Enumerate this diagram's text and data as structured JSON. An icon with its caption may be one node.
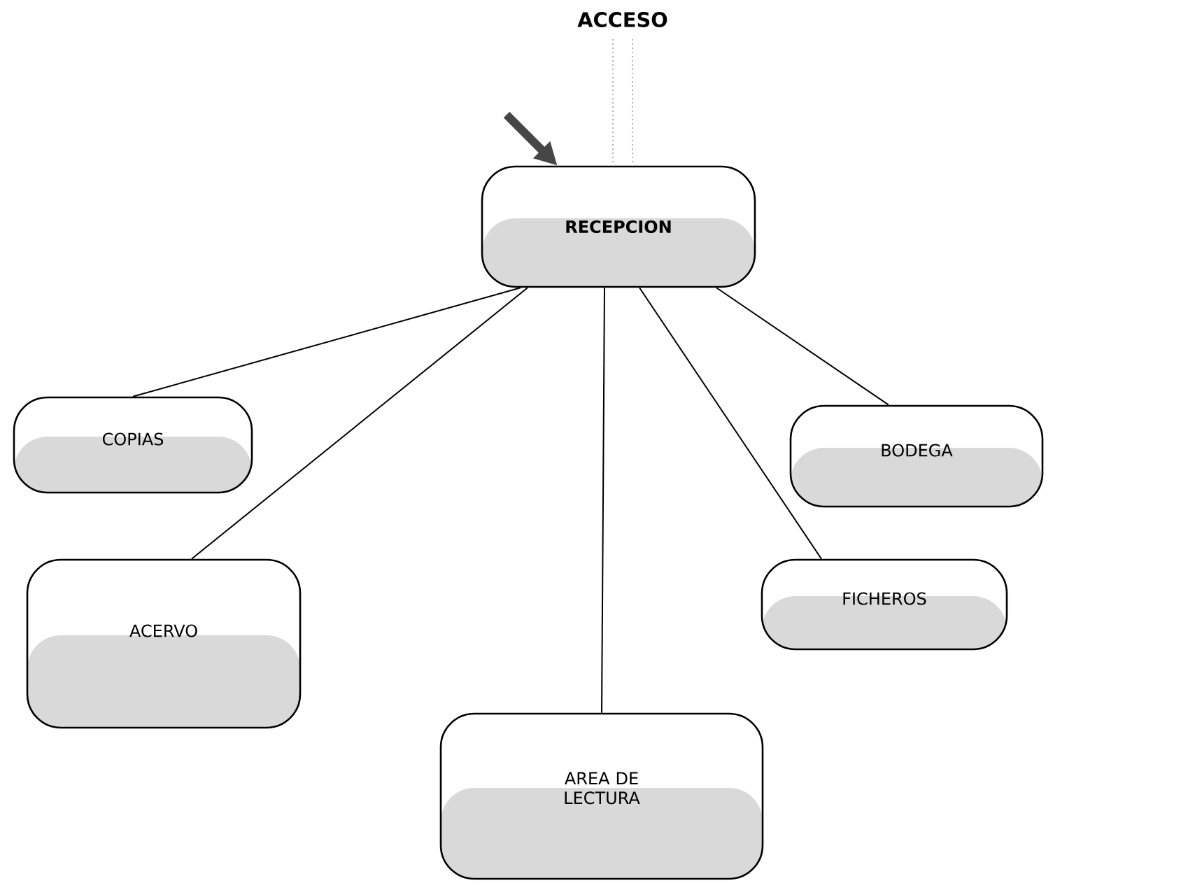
{
  "diagram": {
    "nodes": [
      {
        "text": [
          "RECEPCION"
        ]
      },
      {
        "text": [
          "COPIAS"
        ]
      },
      {
        "text": [
          "BODEGA"
        ]
      },
      {
        "text": [
          "ACERVO"
        ]
      },
      {
        "text": [
          "FICHEROS"
        ]
      },
      {
        "text": [
          "AREA DE LECTURA"
        ]
      }
    ],
    "edges": [
      {
        "from": null,
        "to": 0,
        "arrow": "to",
        "style": "thick"
      },
      {
        "from": 0,
        "to": 1,
        "arrow": "none"
      },
      {
        "from": 0,
        "to": 2,
        "arrow": "none"
      },
      {
        "from": 0,
        "to": 3,
        "arrow": "none"
      },
      {
        "from": 0,
        "to": 4,
        "arrow": "none"
      },
      {
        "from": 0,
        "to": 5,
        "arrow": "none"
      }
    ],
    "labels": [
      "ACCESO"
    ]
  }
}
